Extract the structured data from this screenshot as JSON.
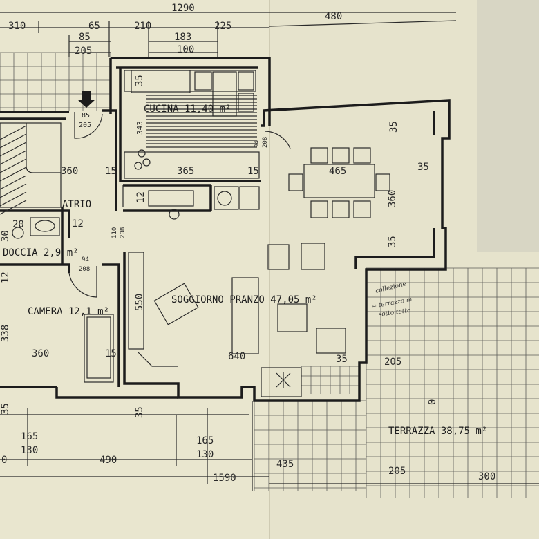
{
  "rooms": {
    "cucina": "CUCINA 11,40 m²",
    "atrio": "ATRIO",
    "doccia": "DOCCIA 2,9 m²",
    "camera": "CAMERA 12,1 m²",
    "soggiorno": "SOGGIORNO PRANZO 47,05 m²",
    "terrazza": "TERRAZZA 38,75 m²"
  },
  "dims_top": {
    "total": "1290",
    "right": "480",
    "d310": "310",
    "d65": "65",
    "d210": "210",
    "d225": "225",
    "d85": "85",
    "d183": "183",
    "d205": "205",
    "d100": "100"
  },
  "dims_inner": {
    "d35_kitchen": "35",
    "door_entry_top": "85",
    "door_entry_bot": "205",
    "d343": "343",
    "d94a_top": "94",
    "d94a_bot": "208",
    "d360_atrio": "360",
    "d15_a": "15",
    "d365": "365",
    "d15_b": "15",
    "d12_a": "12",
    "d465": "465",
    "d35_r1": "35",
    "d35_r2": "35",
    "d360_r": "360",
    "d35_r3": "35",
    "d110": "110",
    "d208": "208",
    "d20": "20",
    "d12_b": "12",
    "d30": "30",
    "d94b_top": "94",
    "d94b_bot": "208",
    "d12_c": "12",
    "d550": "550",
    "d338": "338",
    "d360_cam": "360",
    "d15_c": "15",
    "d640": "640",
    "d35_s": "35",
    "d205_t": "205",
    "d35_bot": "35",
    "d35_left": "35"
  },
  "dims_bottom": {
    "d165a": "165",
    "d130a": "130",
    "d165b": "165",
    "d130b": "130",
    "d490": "490",
    "d1590": "1590",
    "d435": "435",
    "d205b": "205",
    "d300": "300",
    "d0": "0",
    "d0b": "0"
  },
  "notes": {
    "terrace_note_1": "collezione",
    "terrace_note_2": "= terrazzo m",
    "terrace_note_3": "sotto tetto"
  },
  "colors": {
    "paper": "#e9e6cf",
    "paper_right": "#dcdac6",
    "ink": "#1c1c1c",
    "grid": "#5c5c58"
  }
}
